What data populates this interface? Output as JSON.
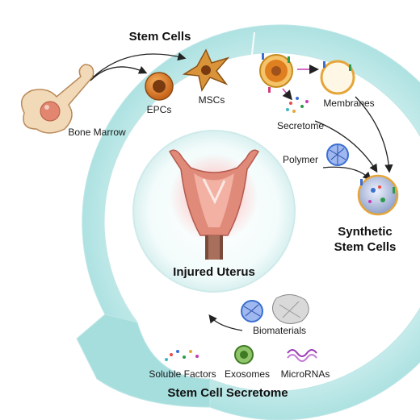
{
  "diagram": {
    "center_label": "Injured Uterus",
    "sections": {
      "stem_cells": {
        "title": "Stem Cells",
        "source": "Bone Marrow",
        "items": [
          "EPCs",
          "MSCs"
        ]
      },
      "synthetic": {
        "title_line1": "Synthetic",
        "title_line2": "Stem Cells",
        "components": [
          "Membranes",
          "Secretome",
          "Polymer"
        ]
      },
      "secretome": {
        "title": "Stem Cell Secretome",
        "biomaterials": "Biomaterials",
        "items": [
          "Soluble Factors",
          "Exosomes",
          "MicroRNAs"
        ]
      }
    },
    "colors": {
      "ring_light": "#d6f1f1",
      "ring_mid": "#9fdcdc",
      "ring_dark": "#6cc7c9",
      "tissue": "#e08a7a",
      "cell_orange": "#d9781f",
      "cell_brown": "#a0521c",
      "polymer_blue": "#3b6fd1",
      "exosome_green": "#5a9a3a",
      "mirna_purple": "#9b3cb7"
    }
  }
}
